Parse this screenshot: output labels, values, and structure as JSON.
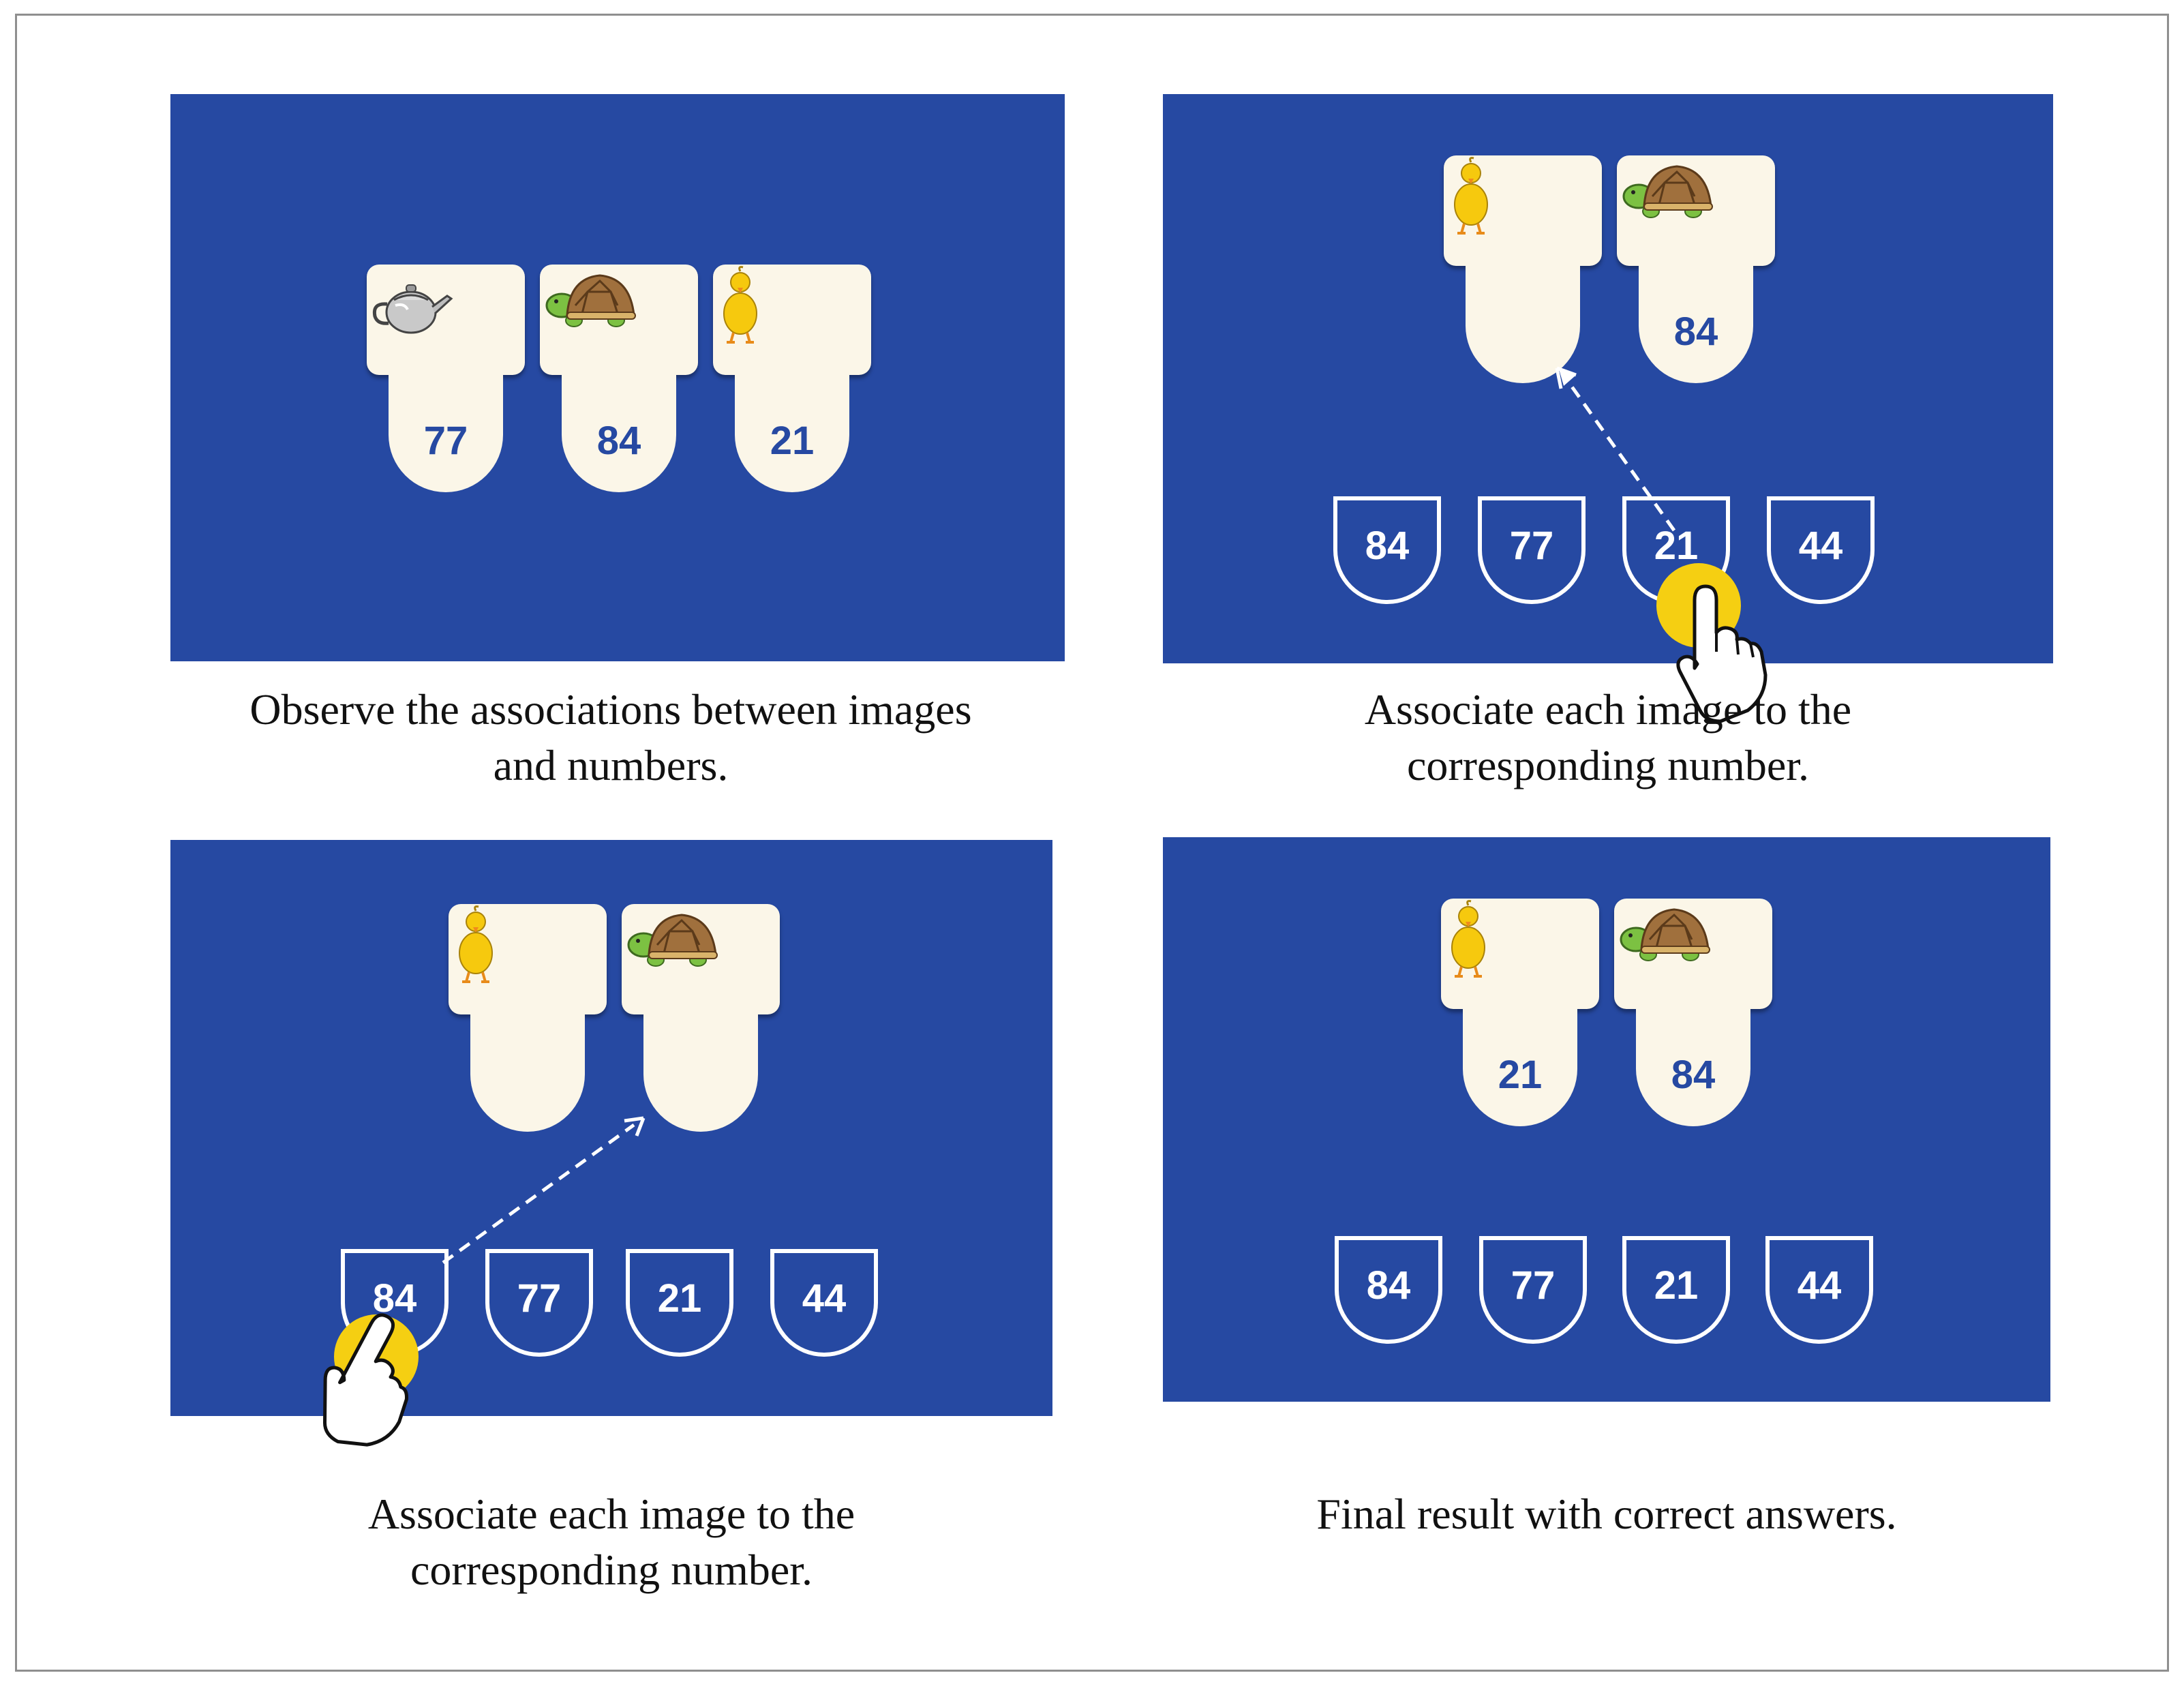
{
  "panels": [
    {
      "caption": "Observe the associations between images\nand numbers.",
      "cards": [
        {
          "icon": "teapot-icon",
          "number": "77"
        },
        {
          "icon": "turtle-icon",
          "number": "84"
        },
        {
          "icon": "duck-icon",
          "number": "21"
        }
      ],
      "choices": []
    },
    {
      "caption": "Associate each image to the\ncorresponding number.",
      "cards": [
        {
          "icon": "duck-icon",
          "number": ""
        },
        {
          "icon": "turtle-icon",
          "number": "84"
        }
      ],
      "choices": [
        "84",
        "77",
        "21",
        "44"
      ]
    },
    {
      "caption": "Associate each image to the\ncorresponding number.",
      "cards": [
        {
          "icon": "duck-icon",
          "number": ""
        },
        {
          "icon": "turtle-icon",
          "number": ""
        }
      ],
      "choices": [
        "84",
        "77",
        "21",
        "44"
      ]
    },
    {
      "caption": "Final result with correct answers.",
      "cards": [
        {
          "icon": "duck-icon",
          "number": "21"
        },
        {
          "icon": "turtle-icon",
          "number": "84"
        }
      ],
      "choices": [
        "84",
        "77",
        "21",
        "44"
      ]
    }
  ],
  "colors": {
    "panel_bg": "#2649a2",
    "card_bg": "#fbf6e8",
    "number_text": "#2649a2",
    "touch_dot": "#f5cf12",
    "arrow": "#ffffff"
  }
}
